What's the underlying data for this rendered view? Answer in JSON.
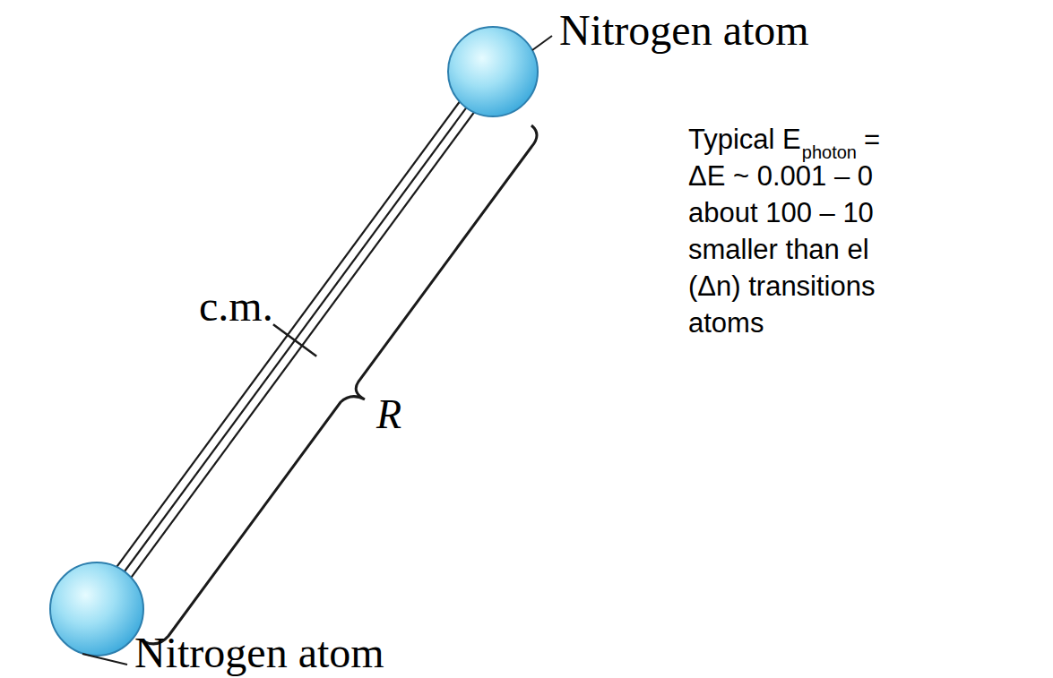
{
  "diagram": {
    "labels": [
      "Nitrogen atom",
      "Nitrogen atom",
      "c.m.",
      "R",
      "Typical E",
      "photon",
      "=",
      "ΔE ~ 0.001 – 0",
      "about 100 – 10",
      "smaller than el",
      "(Δn) transitions",
      "atoms"
    ]
  }
}
